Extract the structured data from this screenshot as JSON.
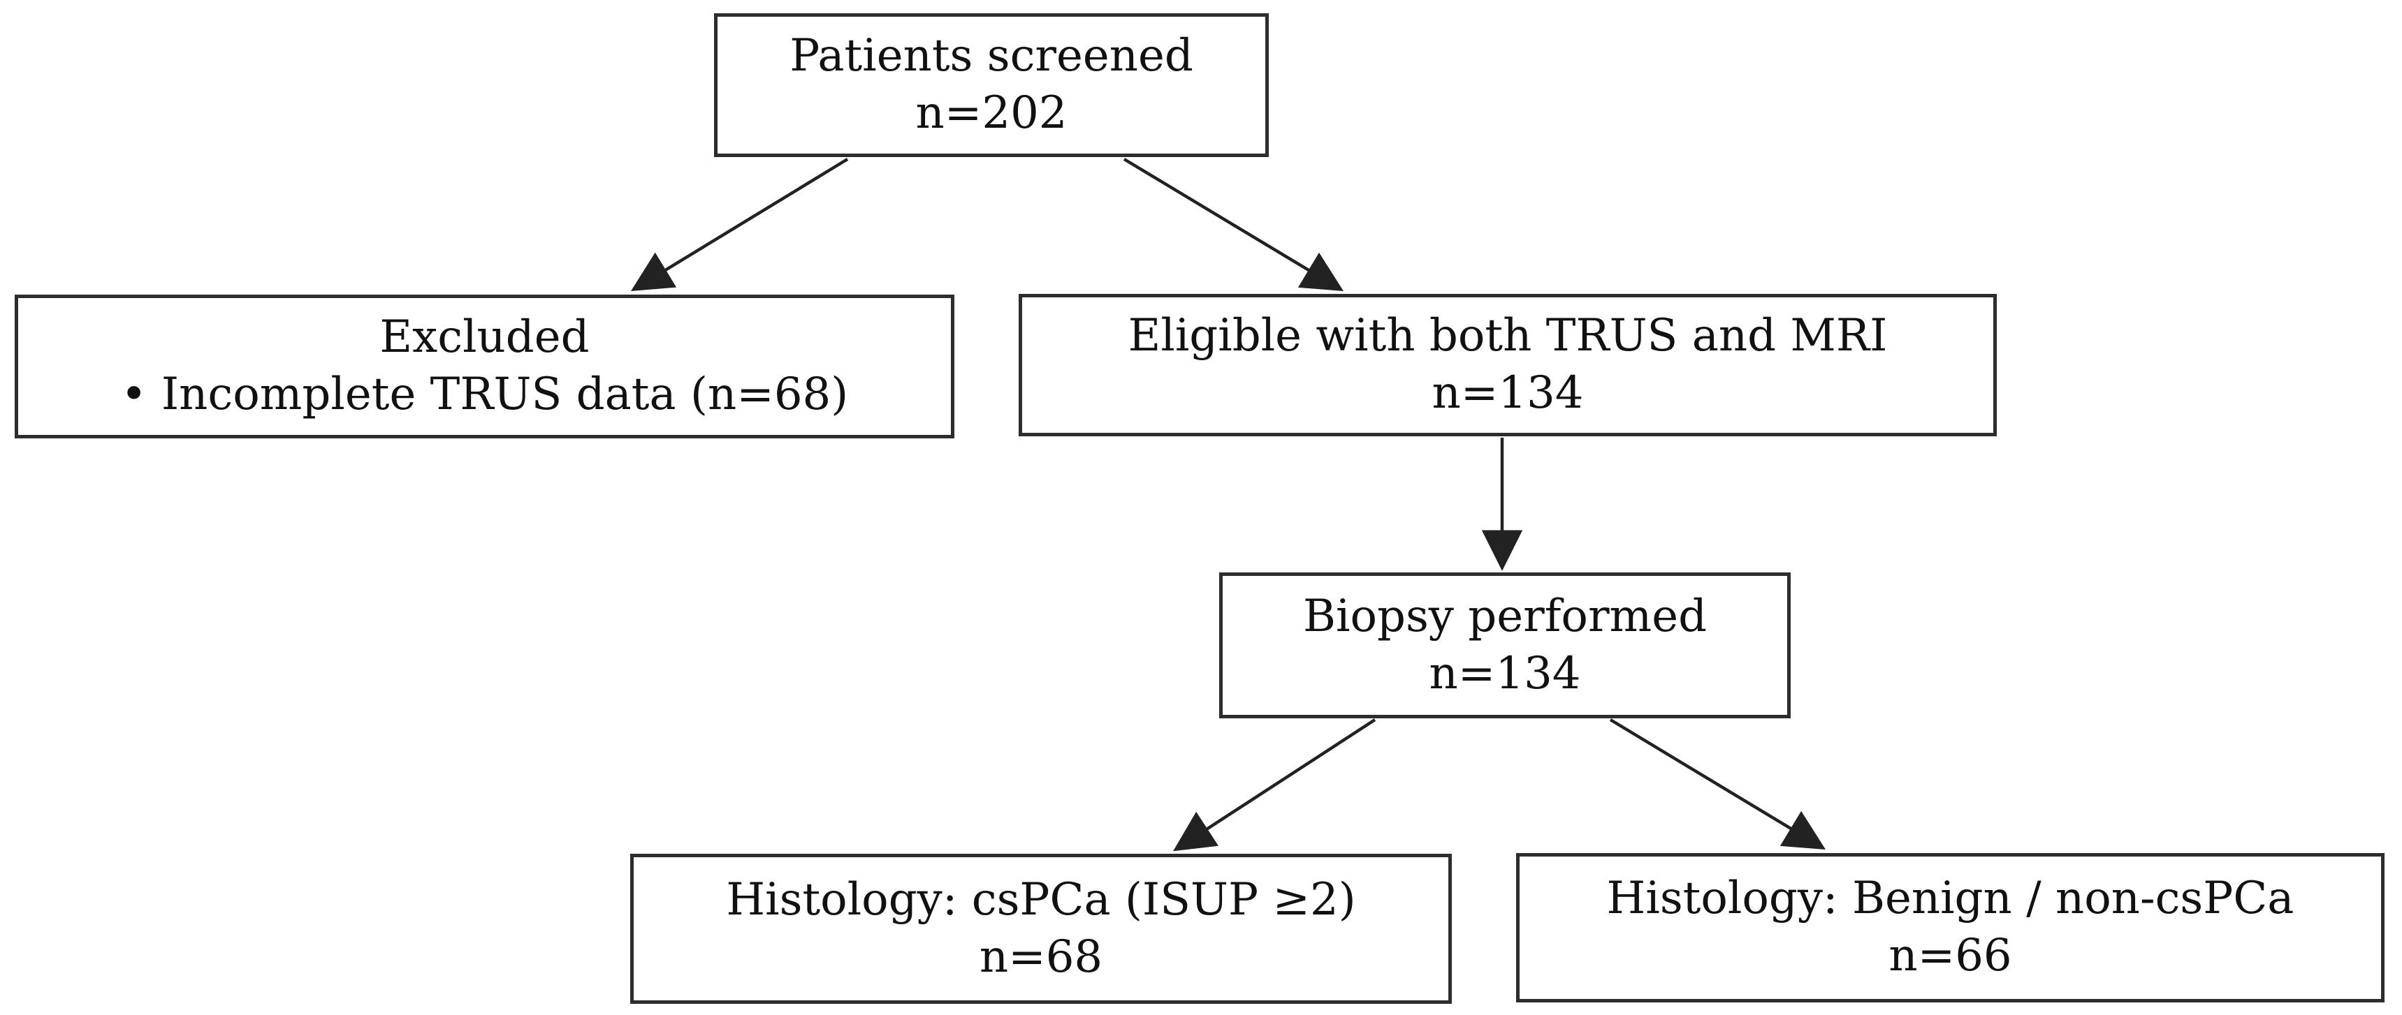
{
  "diagram": {
    "type": "flowchart",
    "background_color": "#ffffff",
    "box_border_color": "#2d2d2d",
    "text_color": "#111111",
    "arrow_color": "#222222",
    "nodes": {
      "screened": {
        "line1": "Patients screened",
        "line2": "n=202"
      },
      "excluded": {
        "line1": "Excluded",
        "line2": "• Incomplete TRUS data (n=68)"
      },
      "eligible": {
        "line1": "Eligible with both TRUS and MRI",
        "line2": "n=134"
      },
      "biopsy": {
        "line1": "Biopsy performed",
        "line2": "n=134"
      },
      "histology_cspca": {
        "line1": "Histology: csPCa (ISUP ≥2)",
        "line2": "n=68"
      },
      "histology_benign": {
        "line1": "Histology: Benign / non-csPCa",
        "line2": "n=66"
      }
    },
    "edges": [
      {
        "from": "screened",
        "to": "excluded"
      },
      {
        "from": "screened",
        "to": "eligible"
      },
      {
        "from": "eligible",
        "to": "biopsy"
      },
      {
        "from": "biopsy",
        "to": "histology_cspca"
      },
      {
        "from": "biopsy",
        "to": "histology_benign"
      }
    ]
  }
}
